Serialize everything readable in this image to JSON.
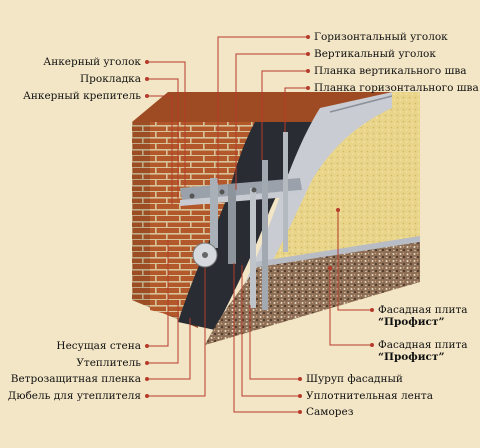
{
  "labels_left": [
    {
      "id": "anchor-corner",
      "text": "Анкерный уголок"
    },
    {
      "id": "gasket",
      "text": "Прокладка"
    },
    {
      "id": "anchor-fastener",
      "text": "Анкерный крепитель"
    },
    {
      "id": "bearing-wall",
      "text": "Несущая стена"
    },
    {
      "id": "insulation",
      "text": "Утеплитель"
    },
    {
      "id": "windproof-film",
      "text": "Ветрозащитная пленка"
    },
    {
      "id": "insulation-dowel",
      "text": "Дюбель для утеплителя"
    }
  ],
  "labels_right": [
    {
      "id": "horizontal-corner",
      "text": "Горизонтальный уголок"
    },
    {
      "id": "vertical-corner",
      "text": "Вертикальный уголок"
    },
    {
      "id": "vertical-seam-strip",
      "text": "Планка вертикального шва"
    },
    {
      "id": "horizontal-seam-strip",
      "text": "Планка горизонтального шва"
    },
    {
      "id": "facade-screw",
      "text": "Шуруп фасадный"
    },
    {
      "id": "sealing-tape",
      "text": "Уплотнительная лента"
    },
    {
      "id": "self-tapping-screw",
      "text": "Саморез"
    }
  ],
  "facade_panel_1": {
    "line1": "Фасадная плита",
    "line2": "“Профист”"
  },
  "facade_panel_2": {
    "line1": "Фасадная плита",
    "line2": "“Профист”"
  },
  "colors": {
    "background": "#f3e6c6",
    "brick": "#b3582a",
    "mortar": "#d8c49a",
    "insulation": "#2a2c33",
    "film": "#c9ccd2",
    "plaster": "#e9d58a",
    "granite": "#8e6f55",
    "leader": "#b53b2a",
    "metal": "#aab0b8"
  }
}
